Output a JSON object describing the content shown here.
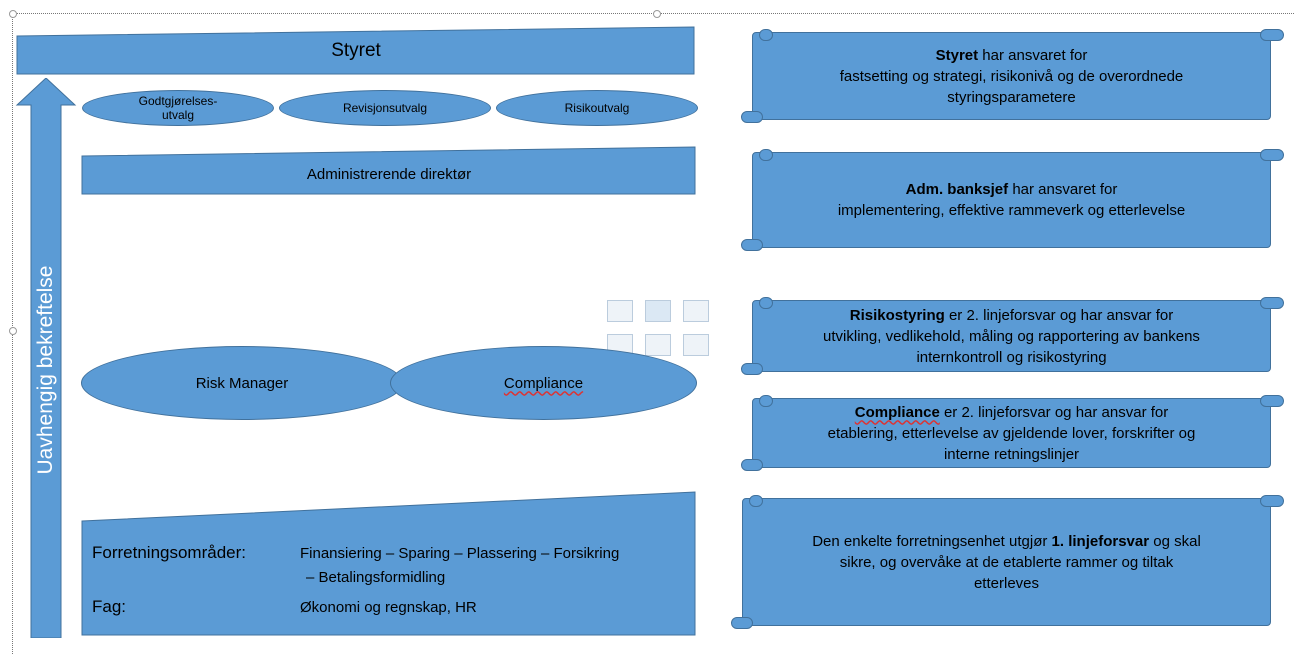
{
  "arrow": {
    "label": "Uavhengig bekreftelse"
  },
  "left": {
    "styret": "Styret",
    "committees": [
      "Godtgjørelses-\nutvalg",
      "Revisjonsutvalg",
      "Risikoutvalg"
    ],
    "ceo": "Administrerende direktør",
    "risk_manager": "Risk Manager",
    "compliance": "Compliance",
    "business": {
      "areas_label": "Forretningsområder:",
      "areas_value_line1": "Finansiering – Sparing – Plassering – Forsikring",
      "areas_value_line2": "– Betalingsformidling",
      "fag_label": "Fag:",
      "fag_value": "Økonomi og regnskap, HR"
    }
  },
  "right": {
    "styret": {
      "bold": "Styret",
      "rest1": " har ansvaret for",
      "line2": "fastsetting og strategi, risikonivå og de overordnede",
      "line3": "styringsparametere"
    },
    "adm": {
      "bold": "Adm. banksjef",
      "rest1": " har ansvaret for",
      "line2": "implementering, effektive rammeverk og etterlevelse"
    },
    "risikostyring": {
      "bold": "Risikostyring",
      "rest1": " er 2. linjeforsvar og har ansvar for",
      "line2": "utvikling, vedlikehold, måling og rapportering av bankens",
      "line3": "internkontroll og risikostyring"
    },
    "compliance": {
      "bold": "Compliance",
      "rest1": " er 2. linjeforsvar og har ansvar for",
      "line2": "etablering, etterlevelse av gjeldende lover, forskrifter og",
      "line3": "interne retningslinjer"
    },
    "first_line": {
      "pre": "Den enkelte forretningsenhet utgjør ",
      "bold": "1. linjeforsvar",
      "post": " og skal",
      "line2": "sikre, og overvåke at de etablerte rammer og tiltak",
      "line3": "etterleves"
    }
  },
  "colors": {
    "shape_fill": "#5b9bd5",
    "shape_border": "#41719c"
  }
}
